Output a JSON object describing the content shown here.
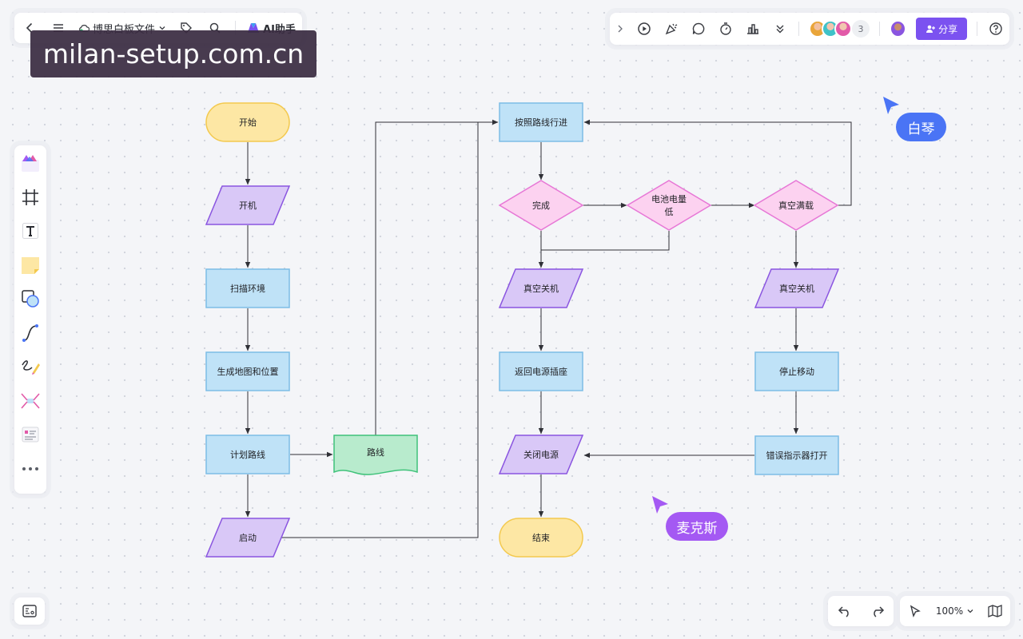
{
  "app": {
    "doc_title": "博思白板文件",
    "ai_label": "AI助手",
    "watermark": "milan-setup.com.cn"
  },
  "topbar_right": {
    "collaborator_count": "3",
    "share_label": "分享"
  },
  "zoom": {
    "level": "100%"
  },
  "colors": {
    "accent": "#7b52f0",
    "terminal_fill": "#fde7a4",
    "terminal_stroke": "#f3c94e",
    "process_fill": "#bfe2f7",
    "process_stroke": "#7dbde6",
    "io_fill": "#d9c8f7",
    "io_stroke": "#8a55e0",
    "decision_fill": "#fcd2f0",
    "decision_stroke": "#e777d6",
    "document_fill": "#b8ebcd",
    "document_stroke": "#3fc27a",
    "cursor_blue": "#4a74f5",
    "cursor_purple": "#a459f3"
  },
  "flowchart": {
    "nodes": {
      "start": "开始",
      "power_on": "开机",
      "scan": "扫描环境",
      "map": "生成地图和位置",
      "plan": "计划路线",
      "route": "路线",
      "launch": "启动",
      "follow": "按照路线行进",
      "done": "完成",
      "battery_line1": "电池电量",
      "battery_line2": "低",
      "vacuum_full": "真空满载",
      "vac_off_1": "真空关机",
      "vac_off_2": "真空关机",
      "return": "返回电源插座",
      "stop": "停止移动",
      "power_off": "关闭电源",
      "error": "错误指示器打开",
      "end": "结束"
    }
  },
  "cursors": {
    "baiqin": "白琴",
    "maikesi": "麦克斯"
  }
}
